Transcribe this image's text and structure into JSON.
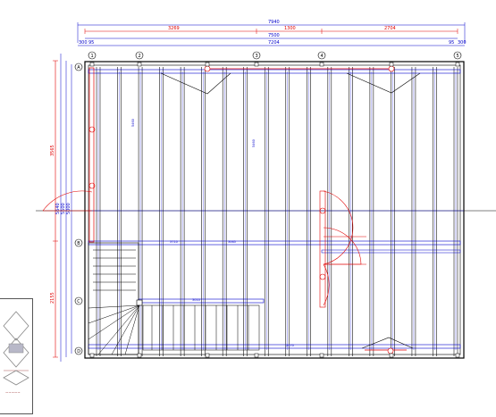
{
  "drawing": {
    "top_dims_red": [
      "3269",
      "1300",
      "2704"
    ],
    "top_dim_total": "7940",
    "top_dim_mid": "7500",
    "top_dim_inner": "7204",
    "top_dim_left_small": "300",
    "top_dim_left_small2": "95",
    "top_dim_right_small": "95",
    "top_dim_right_small2": "300",
    "left_dims_red": [
      "3565",
      "2155"
    ],
    "left_dims_blue": [
      "5640",
      "5500",
      "5000"
    ],
    "col_axes": [
      "1",
      "2",
      "3",
      "4",
      "5"
    ],
    "row_axes": [
      "A",
      "B",
      "C",
      "D"
    ],
    "joist_labels": [
      "5460",
      "5460"
    ],
    "beam_labels": [
      "3710",
      "3065",
      "3010",
      "2470"
    ],
    "joist_count": 18
  },
  "colors": {
    "red": "#e00000",
    "blue": "#0000cc",
    "black": "#000000",
    "grid": "#555555"
  }
}
